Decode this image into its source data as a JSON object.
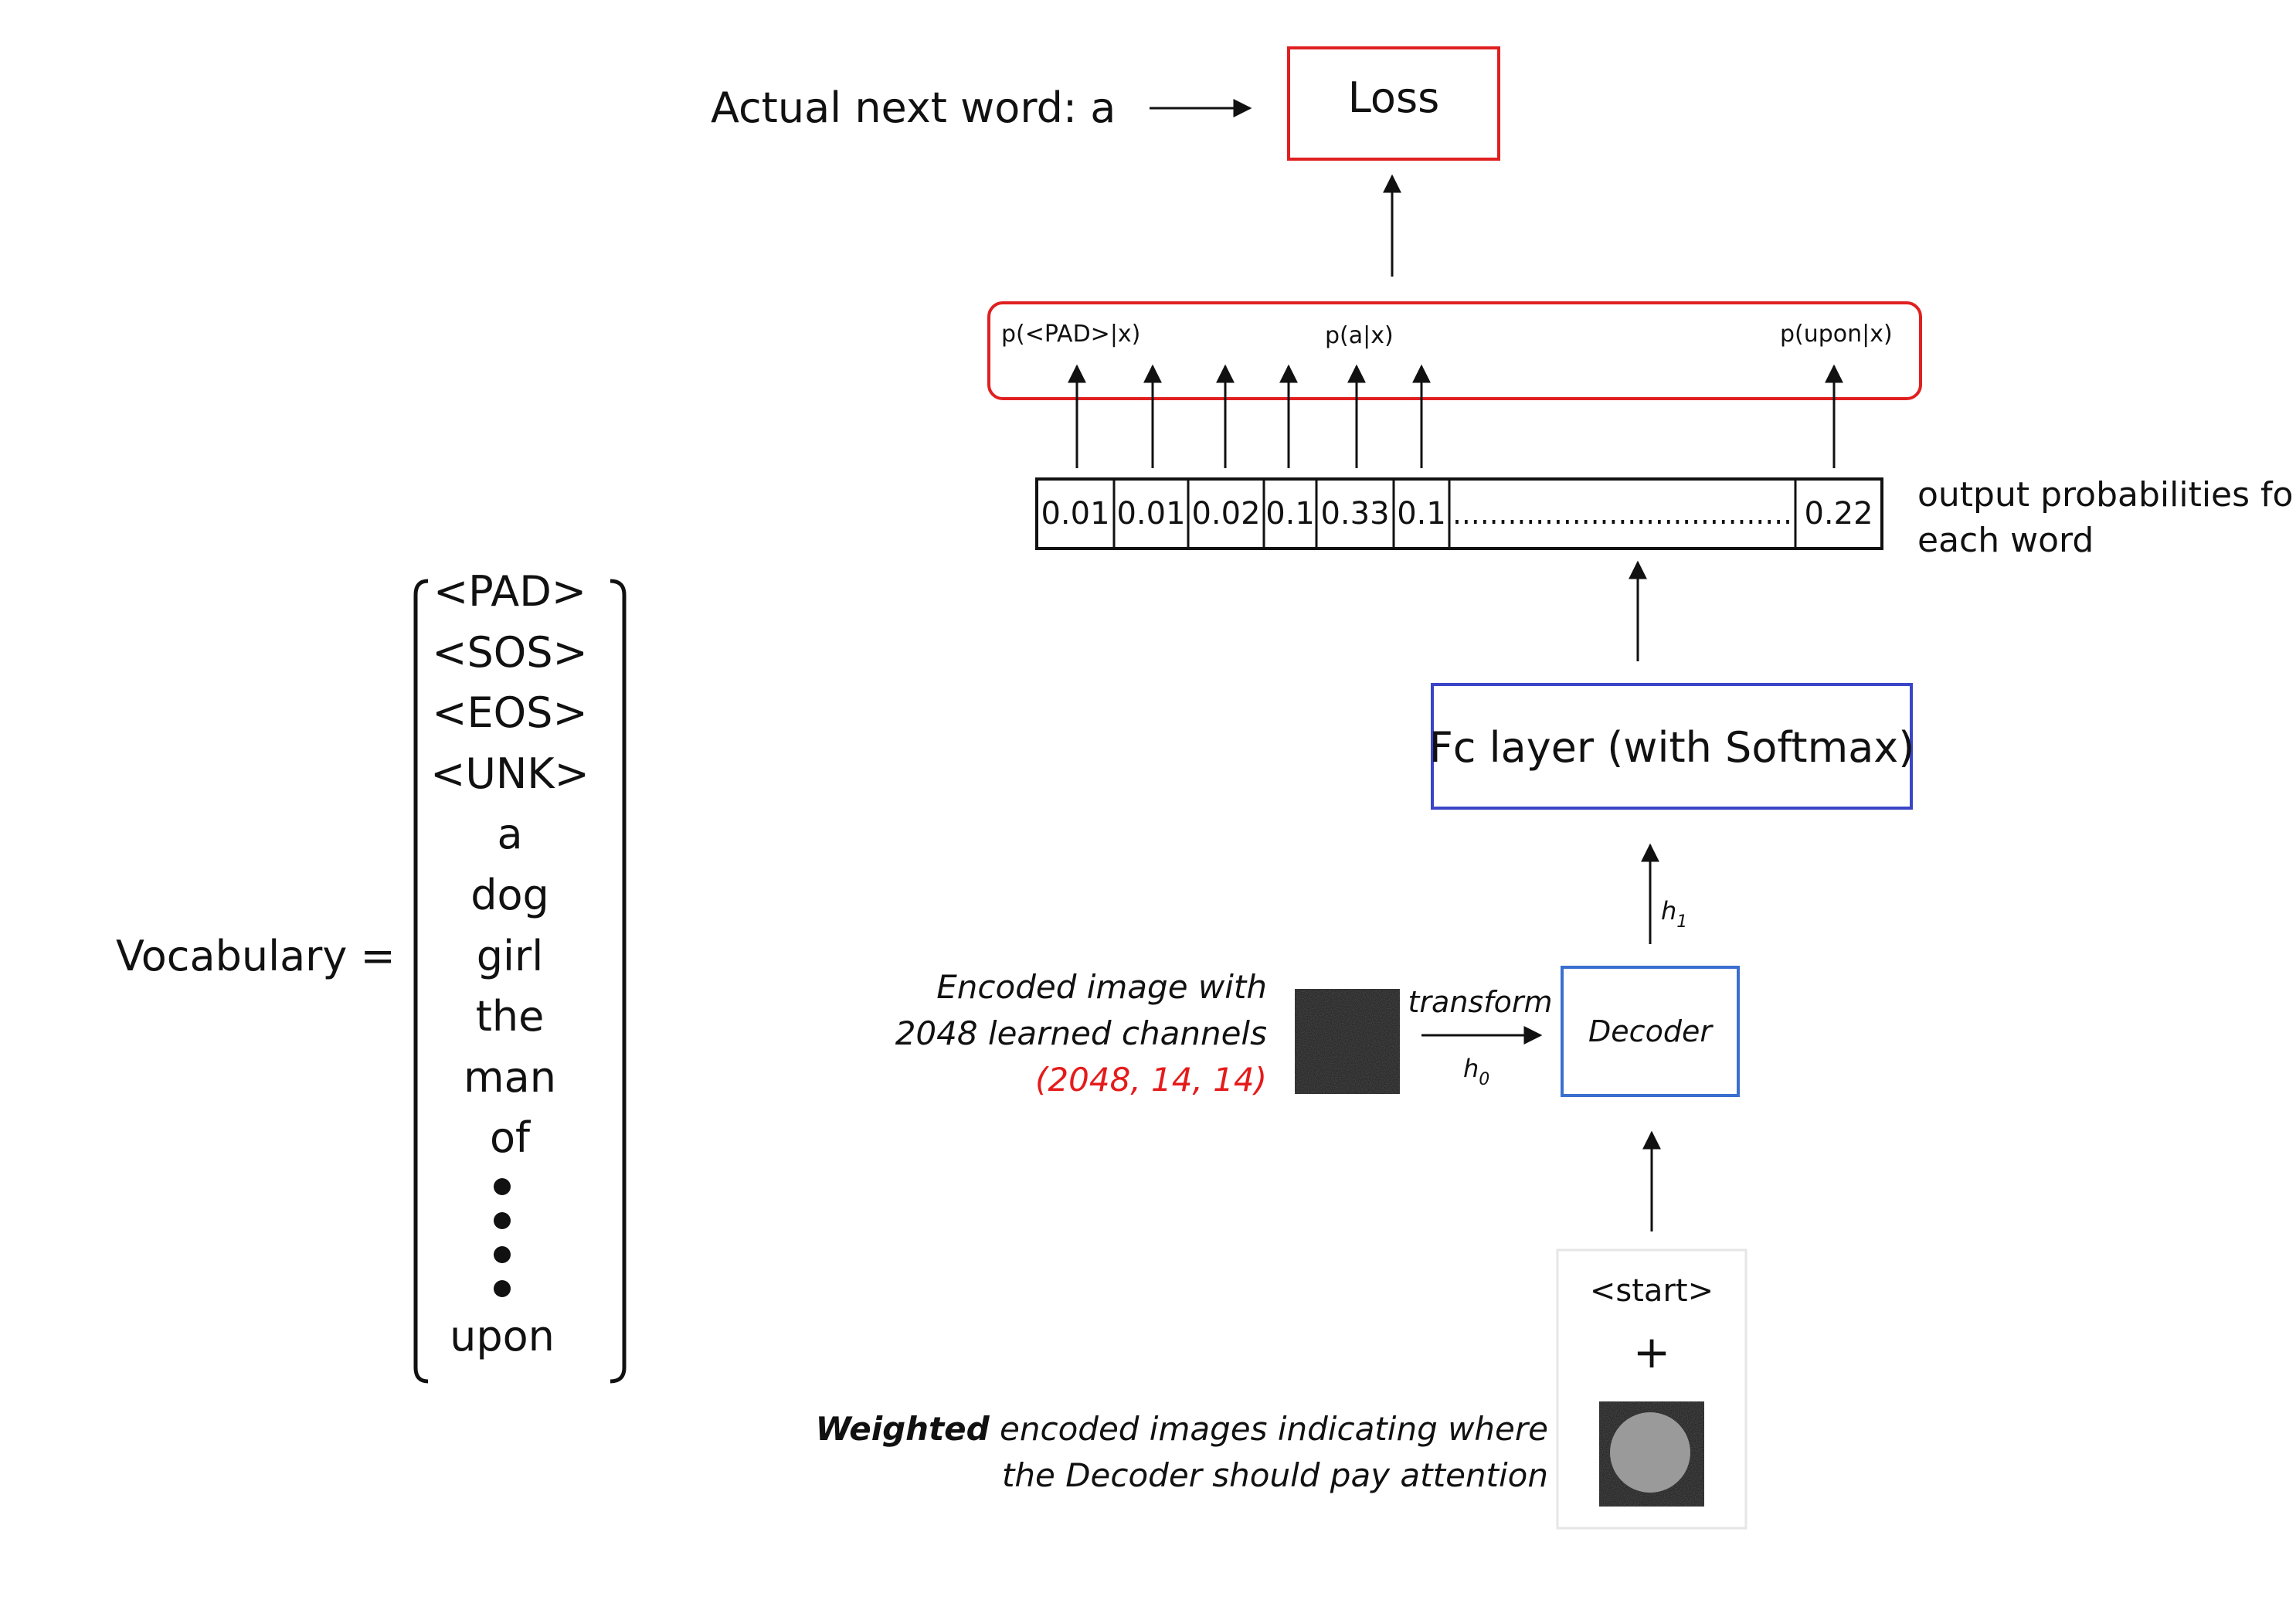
{
  "top": {
    "actual_next_word": "Actual next word: a",
    "loss": "Loss"
  },
  "prob_labels": {
    "pad": "p(<PAD>|x)",
    "a": "p(a|x)",
    "upon": "p(upon|x)"
  },
  "output": {
    "cells": [
      "0.01",
      "0.01",
      "0.02",
      "0.1",
      "0.33",
      "0.1"
    ],
    "dots": "…………………….…………",
    "last": "0.22",
    "label_line1": "output probabilities for",
    "label_line2": "each word"
  },
  "fc_layer": "Fc layer (with Softmax)",
  "h1": "h",
  "h1_sub": "1",
  "h0": "h",
  "h0_sub": "0",
  "decoder": "Decoder",
  "transform": "transform",
  "encoded": {
    "line1": "Encoded image with",
    "line2": "2048 learned channels",
    "shape": "(2048, 14, 14)"
  },
  "input": {
    "start": "<start>",
    "plus": "+",
    "weighted_bold": "Weighted",
    "weighted_rest": " encoded images indicating where",
    "line2": "the Decoder should pay attention"
  },
  "vocabulary": {
    "label": "Vocabulary =",
    "words": [
      "<PAD>",
      "<SOS>",
      "<EOS>",
      "<UNK>",
      "a",
      "dog",
      "girl",
      "the",
      "man",
      "of"
    ],
    "last_word": "upon"
  },
  "colors": {
    "red_box": "#e02020",
    "blue_box": "#3a45c8",
    "red_text": "#e51b1b"
  }
}
